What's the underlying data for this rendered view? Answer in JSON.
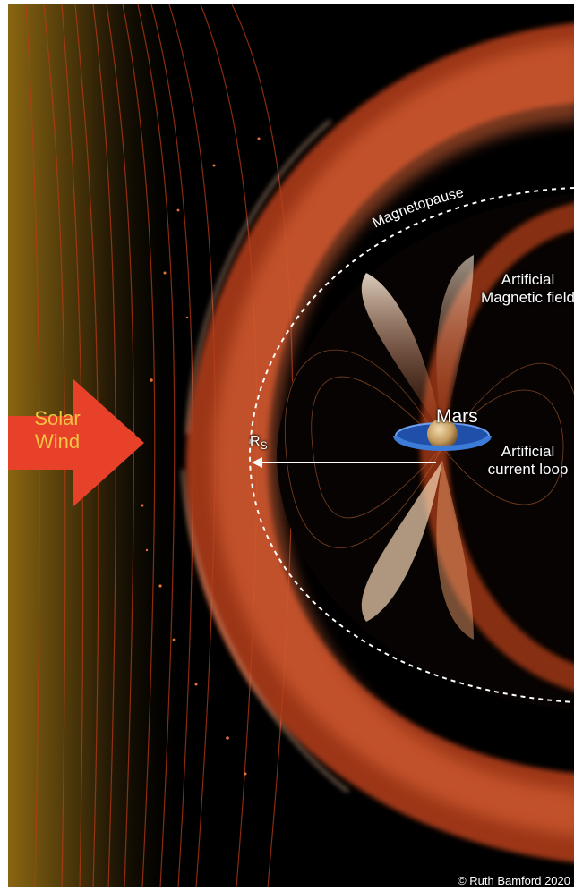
{
  "labels": {
    "solar_wind": "Solar Wind",
    "magnetopause": "Magnetopause",
    "artificial_magnetic_field": "Artificial Magnetic field",
    "mars": "Mars",
    "rs_main": "R",
    "rs_sub": "S",
    "artificial_current_loop": "Artificial current loop",
    "copyright": "© Ruth Bamford 2020"
  },
  "colors": {
    "background": "#000000",
    "plasma": "#c2431a",
    "plasma_bright": "#f2a06a",
    "field_lines": "#b35a2a",
    "arrow_fill": "#e8412a",
    "solar_wind_text": "#f4c343",
    "current_loop": "#3d7bd8",
    "planet": "#c9a56a"
  },
  "icons": {
    "solar_wind_arrow": "arrow-right-icon",
    "planet": "mars-icon"
  }
}
